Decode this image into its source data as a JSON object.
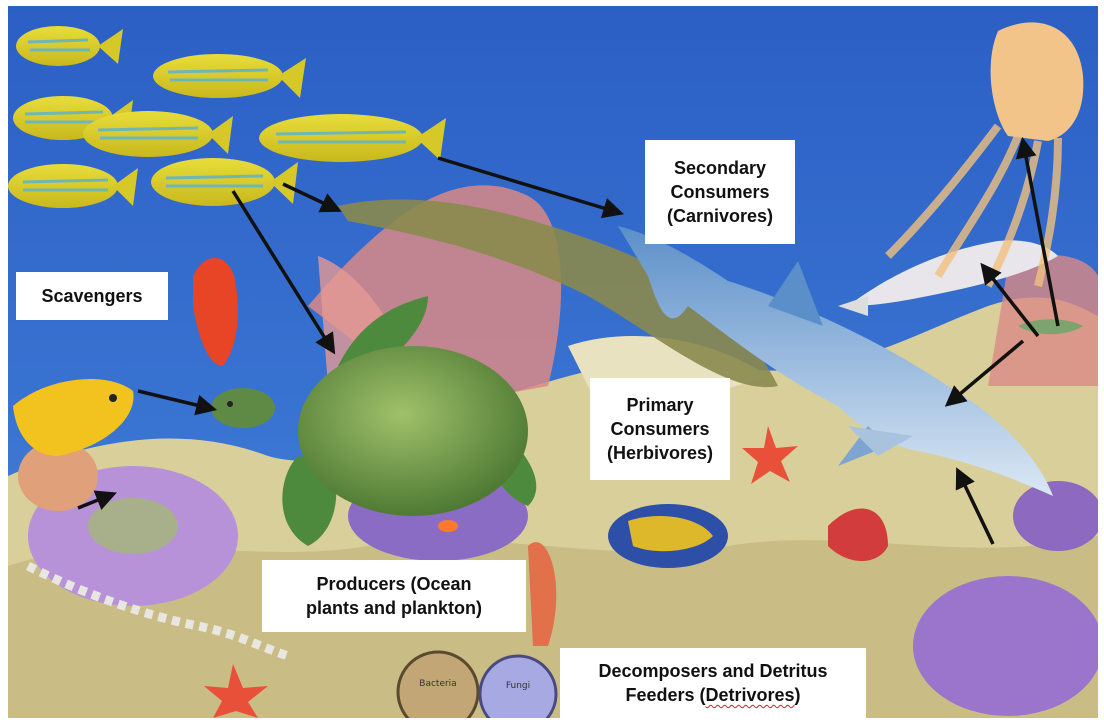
{
  "labels": {
    "scavengers": "Scavengers",
    "secondary_line1": "Secondary",
    "secondary_line2": "Consumers",
    "secondary_line3": "(Carnivores)",
    "primary_line1": "Primary",
    "primary_line2": "Consumers",
    "primary_line3": "(Herbivores)",
    "producers_line1": "Producers (Ocean",
    "producers_line2": "plants and plankton)",
    "decomposers_line1": "Decomposers and Detritus",
    "decomposers_line2_prefix": "Feeders (",
    "decomposers_line2_word": "Detrivores",
    "decomposers_line2_suffix": ")"
  },
  "circles": {
    "left": "Bacteria",
    "right": "Fungi"
  },
  "colors": {
    "water": "#2f64c6",
    "arrow": "#111111",
    "label_bg": "#ffffff"
  }
}
